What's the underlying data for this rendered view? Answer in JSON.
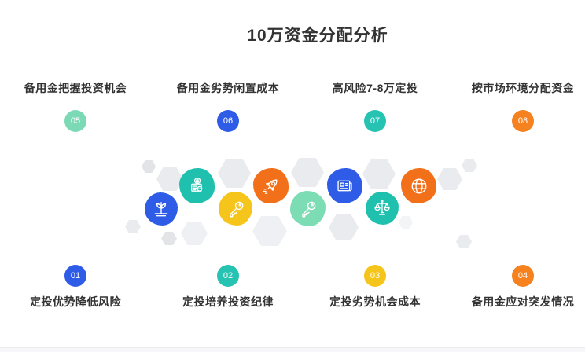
{
  "title": "10万资金分配分析",
  "top_items": [
    {
      "number": "05",
      "label": "备用金把握投资机会",
      "color": "#7cd9b5"
    },
    {
      "number": "06",
      "label": "备用金劣势闲置成本",
      "color": "#2e5ce6"
    },
    {
      "number": "07",
      "label": "高风险7-8万定投",
      "color": "#26c3b2"
    },
    {
      "number": "08",
      "label": "按市场环境分配资金",
      "color": "#f5821f"
    }
  ],
  "bottom_items": [
    {
      "number": "01",
      "label": "定投优势降低风险",
      "color": "#2e5ce6"
    },
    {
      "number": "02",
      "label": "定投培养投资纪律",
      "color": "#26c3b2"
    },
    {
      "number": "03",
      "label": "定投劣势机会成本",
      "color": "#f5c51c"
    },
    {
      "number": "04",
      "label": "备用金应对突发情况",
      "color": "#f5821f"
    }
  ],
  "cluster_icons": [
    {
      "icon": "sprout-icon",
      "color": "#2e5ce6"
    },
    {
      "icon": "cash-icon",
      "color": "#1fc0ad"
    },
    {
      "icon": "key-icon",
      "color": "#f6c51c"
    },
    {
      "icon": "rocket-icon",
      "color": "#f3701a"
    },
    {
      "icon": "key-icon",
      "color": "#7cdcb3"
    },
    {
      "icon": "newspaper-icon",
      "color": "#2e5ce6"
    },
    {
      "icon": "scales-icon",
      "color": "#1fc0ad"
    },
    {
      "icon": "globe-icon",
      "color": "#f3701a"
    }
  ],
  "colors": {
    "text": "#333333",
    "hexagon": "#e9ebee"
  }
}
